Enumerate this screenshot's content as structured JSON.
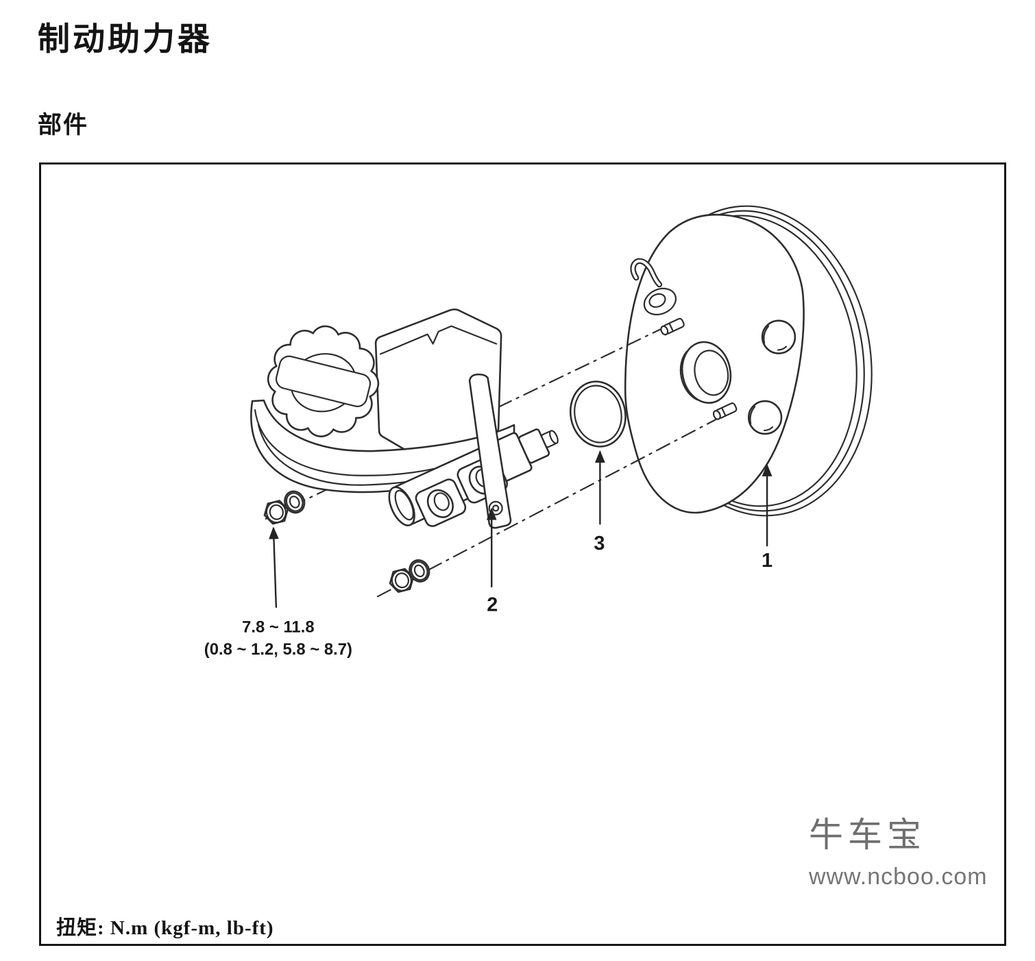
{
  "page": {
    "title": "制动助力器",
    "section": "部件"
  },
  "figure": {
    "torque_note": "扭矩: N.m (kgf-m, lb-ft)",
    "torque_spec": {
      "line1": "7.8 ~ 11.8",
      "line2": "(0.8 ~ 1.2, 5.8 ~ 8.7)"
    },
    "callouts": {
      "booster": "1",
      "master_cylinder": "2",
      "o_ring": "3"
    }
  },
  "watermark": {
    "brand": "牛车宝",
    "url": "www.ncboo.com"
  },
  "colors": {
    "ink": "#2d2d2d",
    "text": "#141414",
    "watermark": "#6f6f6f",
    "background": "#ffffff"
  }
}
